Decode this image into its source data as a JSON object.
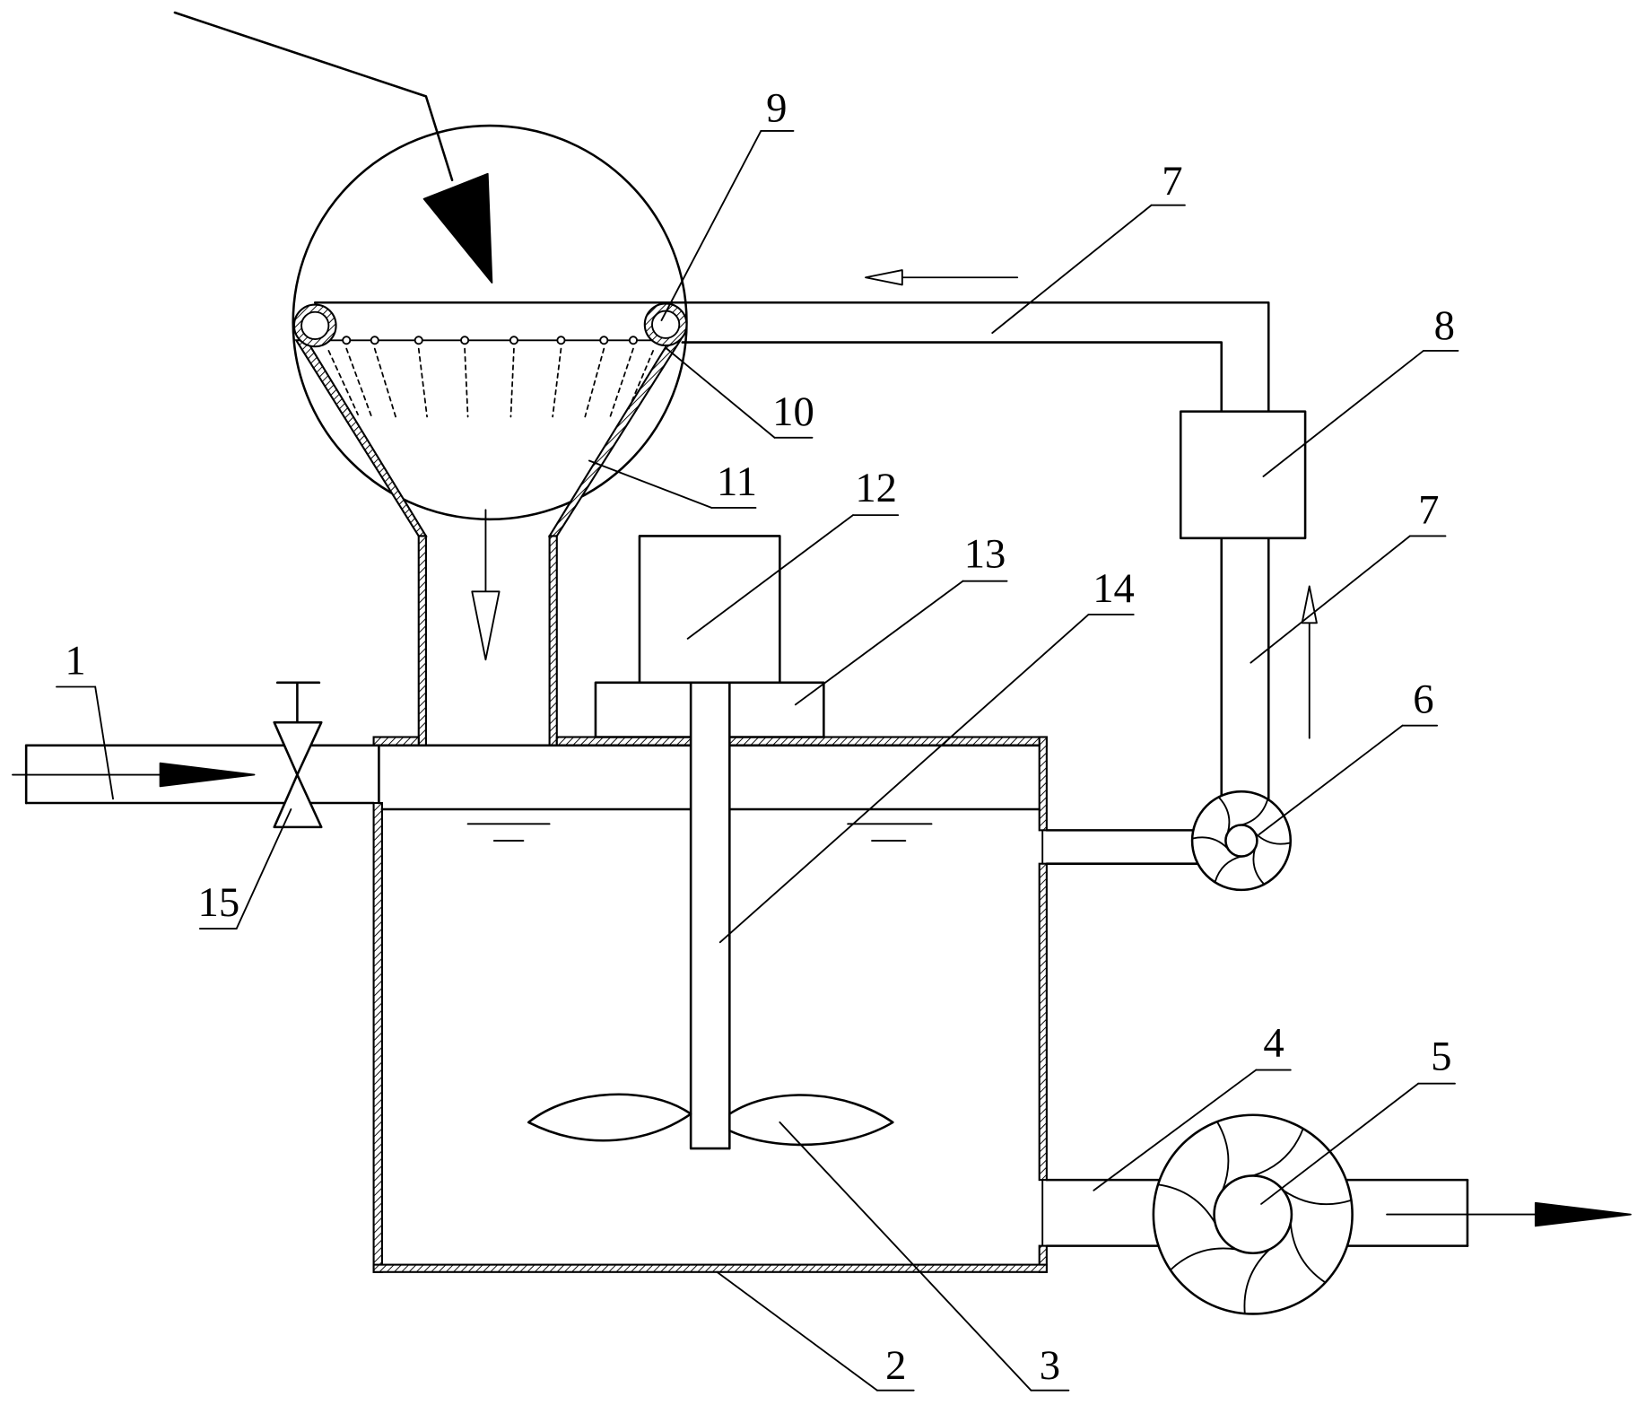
{
  "colors": {
    "ink": "#000000",
    "background": "#ffffff"
  },
  "callouts": {
    "inlet_pipe": "1",
    "tank": "2",
    "impeller": "3",
    "outlet_pipe": "4",
    "discharge_pump": "5",
    "circulation_pump": "6",
    "return_pipe_upper": "7",
    "return_pipe_lower": "7",
    "filter_box": "8",
    "spray_header": "9",
    "nozzle": "10",
    "hopper": "11",
    "motor": "12",
    "motor_base": "13",
    "shaft": "14",
    "valve": "15"
  }
}
